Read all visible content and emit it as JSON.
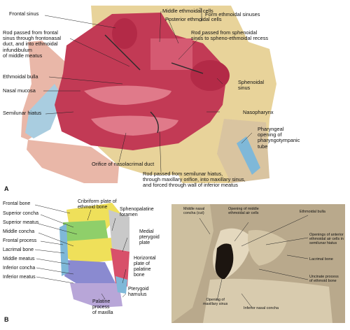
{
  "panel_a": {
    "letter": "A",
    "labels": {
      "frontal_sinus": "Frontal sinus",
      "rod_frontal": "Rod passed from frontal\nsinus through frontonasal\nduct, and into ethmoidal\ninfundibulum\nof middle meatus",
      "ethmoidal_bulla": "Ethmoidal bulla",
      "nasal_mucosa": "Nasal mucosa",
      "semilunar_hiatus": "Semilunar hiatus",
      "middle_ethmoidal": "Middle ethmoidal cells",
      "posterior_ethmoidal": "Posterior ethmoidal cells",
      "form_ethmoidal": "Form ethmoidal sinuses",
      "rod_sphenoidal": "Rod passed from sphenoidal\nsinus to spheno-ethmoidal recess",
      "sphenoidal_sinus": "Sphenoidal\nsinus",
      "nasopharynx": "Nasopharynx",
      "pharyngeal_opening": "Pharyngeal\nopening of\npharyngotympanic\ntube",
      "orifice_nasolacrimal": "Orifice of nasolacrimal duct",
      "rod_semilunar": "Rod passed from semilunar hiatus,\nthrough maxillary orifice, into maxillary sinus,\nand forced through wall of inferior meatus"
    }
  },
  "panel_b": {
    "letter": "B",
    "left_labels": {
      "frontal_bone": "Frontal bone",
      "superior_concha": "Superior concha",
      "superior_meatus": "Superior meatus",
      "middle_concha": "Middle concha",
      "frontal_process": "Frontal process",
      "lacrimal_bone": "Lacrimal bone",
      "middle_meatus": "Middle meatus",
      "inferior_concha": "Inferior concha",
      "inferior_meatus": "Inferior meatus",
      "cribriform": "Cribriform plate of\nethmoid bone",
      "sphenopalatine": "Sphenopalatine\nforamen",
      "medial_pterygoid": "Medial\npterygoid\nplate",
      "horizontal_plate": "Horizontal\nplate of\npalatine\nbone",
      "pterygoid_hamulus": "Pterygoid\nhamulus",
      "palatine_process": "Palatine\nprocess\nof maxilla"
    },
    "right_labels": {
      "middle_nasal_concha": "Middle nasal\nconcha (cut)",
      "opening_middle_ethmoidal": "Opening of middle\nethmoidal air cells",
      "ethmoidal_bulla": "Ethmoidal bulla",
      "openings_anterior": "Openings of anterior\nethmoidal air cells in\nsemilunar hiatus",
      "lacrimal_bone": "Lacrimal bone",
      "uncinate_process": "Uncinate process\nof ethmoid bone",
      "opening_maxillary": "Opening of\nmaxillary sinus",
      "inferior_nasal_concha": "Inferior nasal concha"
    }
  },
  "colors": {
    "mucosa": "#c23a55",
    "mucosa_light": "#e07a8a",
    "skin": "#e9b7a8",
    "cartilage": "#a9cde0",
    "bone": "#e8d39a",
    "photo_bg": "#b9a98c",
    "green": "#8fcf6a",
    "yellow": "#efe05a",
    "purple": "#8a8ad0",
    "blue_bone": "#7fb8d8",
    "red_bone": "#d8506a"
  }
}
